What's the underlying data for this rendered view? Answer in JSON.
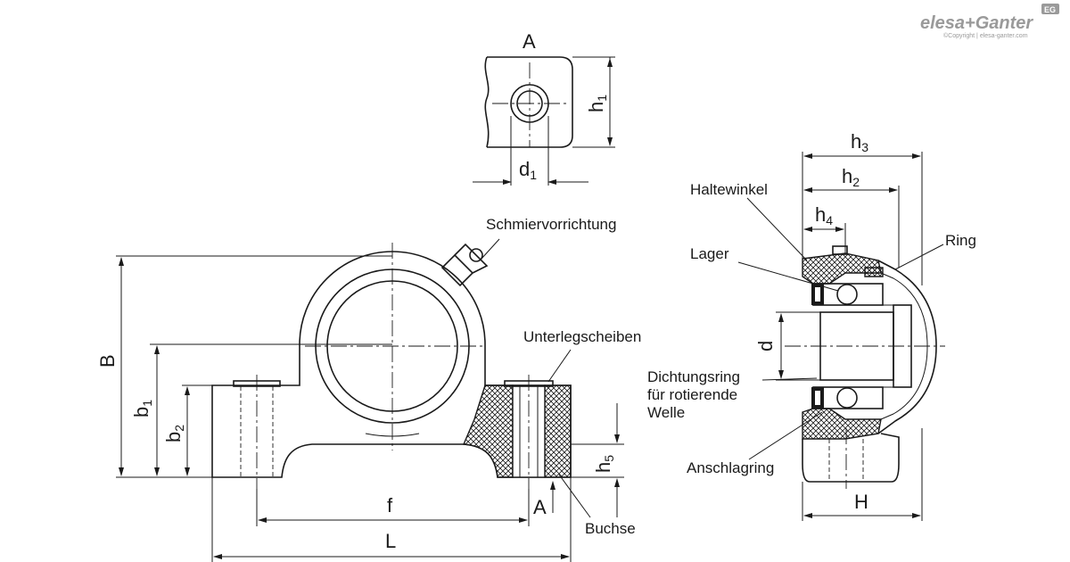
{
  "brand": {
    "logo_text": "elesa+Ganter",
    "badge": "EG",
    "copyright": "©Copyright | elesa-ganter.com"
  },
  "labels": {
    "schmiervorrichtung": "Schmiervorrichtung",
    "unterlegscheiben": "Unterlegscheiben",
    "buchse": "Buchse",
    "haltewinkel": "Haltewinkel",
    "lager": "Lager",
    "ring": "Ring",
    "dichtungsring_line1": "Dichtungsring",
    "dichtungsring_line2": "für rotierende",
    "dichtungsring_line3": "Welle",
    "anschlagring": "Anschlagring"
  },
  "dimensions": {
    "A": "A",
    "B": "B",
    "b1": {
      "main": "b",
      "sub": "1"
    },
    "b2": {
      "main": "b",
      "sub": "2"
    },
    "f": "f",
    "L": "L",
    "h1": {
      "main": "h",
      "sub": "1"
    },
    "h2": {
      "main": "h",
      "sub": "2"
    },
    "h3": {
      "main": "h",
      "sub": "3"
    },
    "h4": {
      "main": "h",
      "sub": "4"
    },
    "h5": {
      "main": "h",
      "sub": "5"
    },
    "d": "d",
    "d1": {
      "main": "d",
      "sub": "1"
    },
    "H": "H",
    "section_mark": "A"
  }
}
